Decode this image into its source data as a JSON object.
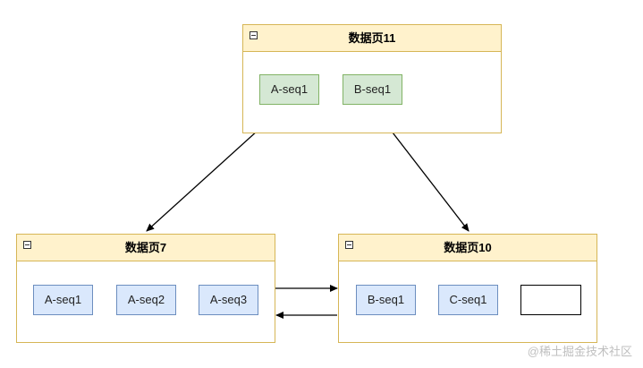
{
  "pages": {
    "page11": {
      "title": "数据页11",
      "records": [
        "A-seq1",
        "B-seq1"
      ]
    },
    "page7": {
      "title": "数据页7",
      "records": [
        "A-seq1",
        "A-seq2",
        "A-seq3"
      ]
    },
    "page10": {
      "title": "数据页10",
      "records": [
        "B-seq1",
        "C-seq1",
        ""
      ]
    }
  },
  "colors": {
    "container_border": "#d6b656",
    "container_header": "#fff2cc",
    "green_fill": "#d5e8d4",
    "green_border": "#82b366",
    "blue_fill": "#dae8fc",
    "blue_border": "#6c8ebf",
    "blue_arrow": "#6c8ebf",
    "black_arrow": "#000000"
  },
  "watermark": "@稀土掘金技术社区"
}
